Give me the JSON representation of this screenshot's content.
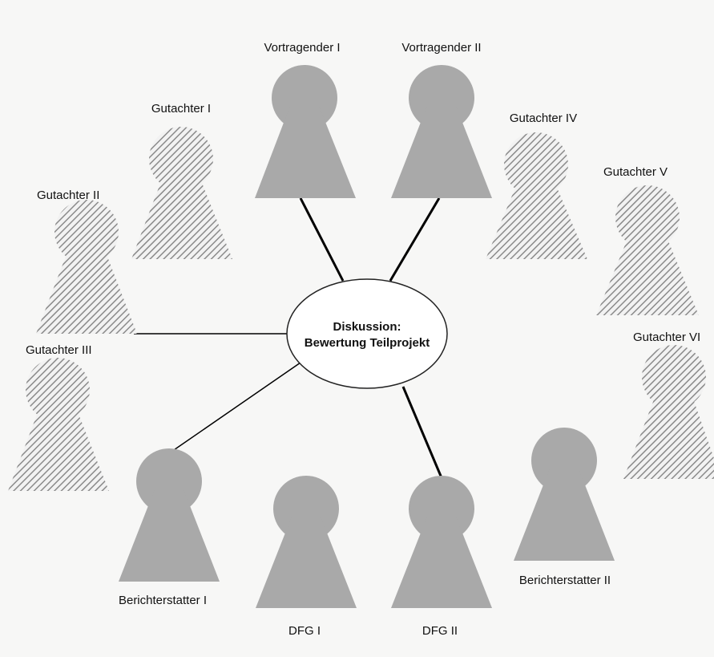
{
  "diagram": {
    "center": {
      "line1": "Diskussion:",
      "line2": "Bewertung Teilprojekt"
    },
    "people": [
      {
        "id": "gutachter-1",
        "label": "Gutachter I",
        "style": "hatched",
        "connected": false
      },
      {
        "id": "gutachter-2",
        "label": "Gutachter II",
        "style": "hatched",
        "connected": true,
        "link": "thin"
      },
      {
        "id": "gutachter-3",
        "label": "Gutachter III",
        "style": "hatched",
        "connected": false
      },
      {
        "id": "gutachter-4",
        "label": "Gutachter IV",
        "style": "hatched",
        "connected": false
      },
      {
        "id": "gutachter-5",
        "label": "Gutachter V",
        "style": "hatched",
        "connected": false
      },
      {
        "id": "gutachter-6",
        "label": "Gutachter VI",
        "style": "hatched",
        "connected": false
      },
      {
        "id": "vortragender-1",
        "label": "Vortragender I",
        "style": "solid",
        "connected": true,
        "link": "thick"
      },
      {
        "id": "vortragender-2",
        "label": "Vortragender II",
        "style": "solid",
        "connected": true,
        "link": "thick"
      },
      {
        "id": "berichterstatter-1",
        "label": "Berichterstatter I",
        "style": "solid",
        "connected": true,
        "link": "thin"
      },
      {
        "id": "berichterstatter-2",
        "label": "Berichterstatter II",
        "style": "solid",
        "connected": false
      },
      {
        "id": "dfg-1",
        "label": "DFG I",
        "style": "solid",
        "connected": false
      },
      {
        "id": "dfg-2",
        "label": "DFG II",
        "style": "solid",
        "connected": true,
        "link": "thick"
      }
    ],
    "colors": {
      "solid_fill": "#a9a9a9",
      "hatch_line": "#8a8a8a",
      "hatch_bg": "#f2f2f2",
      "link": "#000000"
    }
  }
}
